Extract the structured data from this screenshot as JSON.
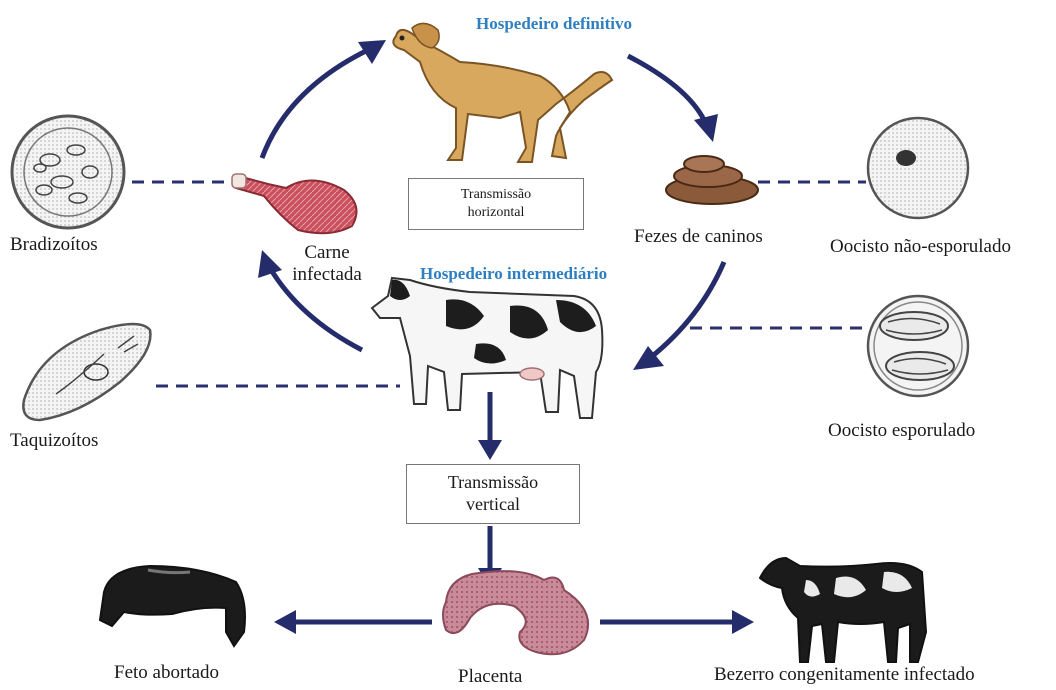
{
  "hosts": {
    "definitive": "Hospedeiro definitivo",
    "intermediate": "Hospedeiro intermediário"
  },
  "boxes": {
    "horizontal": {
      "line1": "Transmissão",
      "line2": "horizontal"
    },
    "vertical": {
      "line1": "Transmissão",
      "line2": "vertical"
    }
  },
  "labels": {
    "bradizoitos": "Bradizoítos",
    "carne_line1": "Carne",
    "carne_line2": "infectada",
    "fezes": "Fezes de caninos",
    "oocisto_nao": "Oocisto não-esporulado",
    "oocisto_esp": "Oocisto esporulado",
    "taquizoitos": "Taquizoítos",
    "feto": "Feto abortado",
    "placenta": "Placenta",
    "bezerro": "Bezerro congenitamente infectado"
  },
  "colors": {
    "arrow": "#252c6b",
    "host_text": "#2e7ec2",
    "dashed": "#2a2f6e"
  }
}
